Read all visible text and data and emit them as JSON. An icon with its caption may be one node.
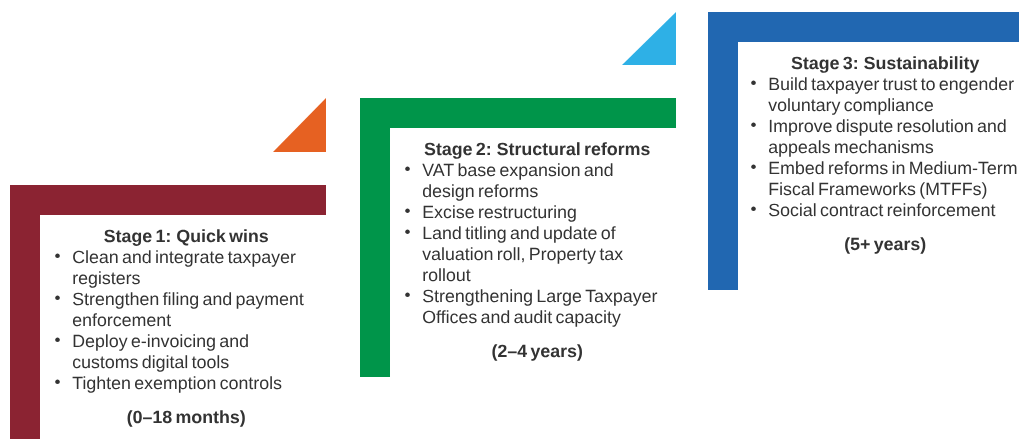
{
  "diagram": {
    "nodes": [
      {
        "text": [
          "Stage 1: Quick wins",
          "Clean and integrate taxpayer registers",
          "Strengthen filing and payment enforcement",
          "Deploy e-invoicing and customs digital tools",
          "Tighten exemption controls",
          "(0–18 months)"
        ]
      },
      {
        "text": [
          "Stage 2: Structural reforms",
          "VAT base expansion and design reforms",
          "Excise restructuring",
          "Land titling and update of valuation roll, Property tax rollout",
          "Strengthening Large Taxpayer Offices and audit capacity",
          "(2–4 years)"
        ]
      },
      {
        "text": [
          "Stage 3: Sustainability",
          "Build taxpayer trust to engender voluntary compliance",
          "Improve dispute resolution and appeals mechanisms",
          "Embed reforms in Medium-Term Fiscal Frameworks (MTFFs)",
          "Social contract reinforcement",
          "(5+ years)"
        ]
      }
    ]
  }
}
